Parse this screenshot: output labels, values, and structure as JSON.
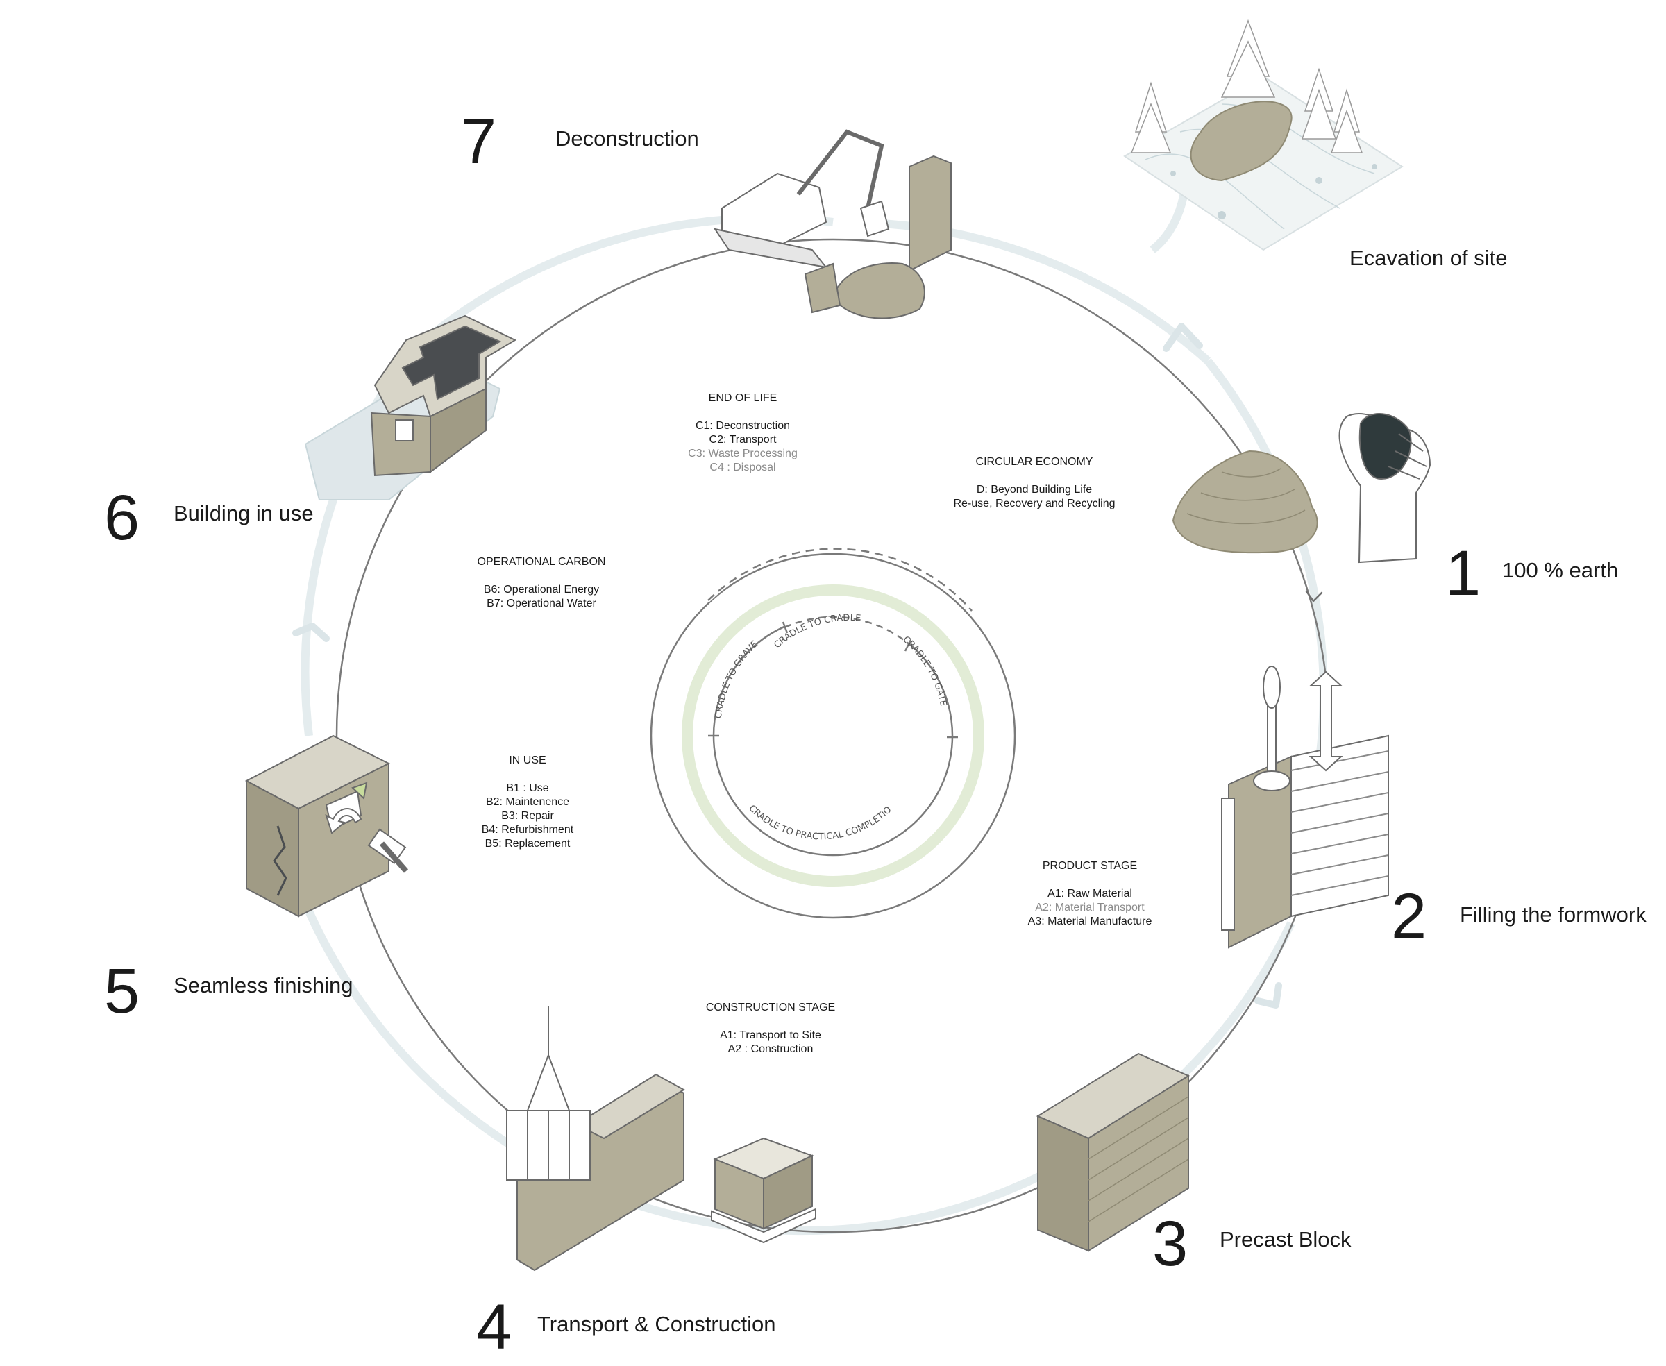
{
  "steps": [
    {
      "num": "1",
      "label": "100 % earth"
    },
    {
      "num": "2",
      "label": "Filling the formwork"
    },
    {
      "num": "3",
      "label": "Precast Block"
    },
    {
      "num": "4",
      "label": "Transport & Construction"
    },
    {
      "num": "5",
      "label": "Seamless finishing"
    },
    {
      "num": "6",
      "label": "Building in use"
    },
    {
      "num": "7",
      "label": "Deconstruction"
    }
  ],
  "excavation_label": "Ecavation of site",
  "stages": {
    "end_of_life": {
      "title": "END OF LIFE",
      "items": [
        "C1: Deconstruction",
        "C2: Transport",
        "C3: Waste Processing",
        "C4 : Disposal"
      ]
    },
    "circular_economy": {
      "title": "CIRCULAR ECONOMY",
      "items": [
        "D: Beyond Building Life",
        "Re-use, Recovery and Recycling"
      ]
    },
    "operational_carbon": {
      "title": "OPERATIONAL CARBON",
      "items": [
        "B6: Operational Energy",
        "B7: Operational Water"
      ]
    },
    "in_use": {
      "title": "IN USE",
      "items": [
        "B1 : Use",
        "B2: Maintenence",
        "B3: Repair",
        "B4: Refurbishment",
        "B5: Replacement"
      ]
    },
    "product_stage": {
      "title": "PRODUCT STAGE",
      "items": [
        "A1: Raw Material",
        "A2: Material Transport",
        "A3: Material Manufacture"
      ]
    },
    "construction_stage": {
      "title": "CONSTRUCTION STAGE",
      "items": [
        "A1: Transport to Site",
        "A2 : Construction"
      ]
    }
  },
  "arcs": {
    "cradle_to_cradle": "CRADLE TO CRADLE",
    "cradle_to_grave": "CRADLE TO GRAVE",
    "cradle_to_gate": "CRADLE TO GATE",
    "cradle_to_practical_completion": "CRADLE TO PRACTICAL COMPLETION"
  },
  "colors": {
    "earth": "#b3ae98",
    "earth_dark": "#8f8a74",
    "flow_ring": "#e4ecee",
    "line": "#6f6f6f",
    "green_ring": "#e2ecd6",
    "dark_roof": "#4a4d50",
    "muted_text": "#8a8a8a"
  }
}
